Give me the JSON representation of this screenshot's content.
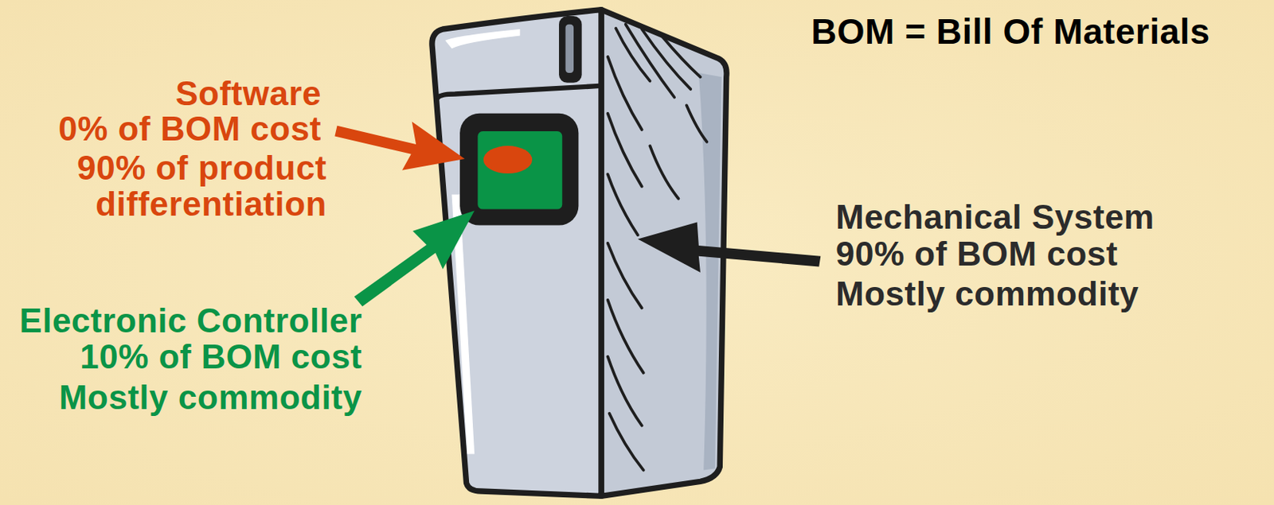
{
  "diagram": {
    "title": "BOM = Bill Of Materials",
    "labels": [
      "Software",
      "0% of BOM cost",
      "90% of product differentiation",
      "Electronic Controller",
      "10% of BOM cost",
      "Mostly commodity",
      "Mechanical System",
      "90% of BOM cost",
      "Mostly commodity"
    ]
  }
}
